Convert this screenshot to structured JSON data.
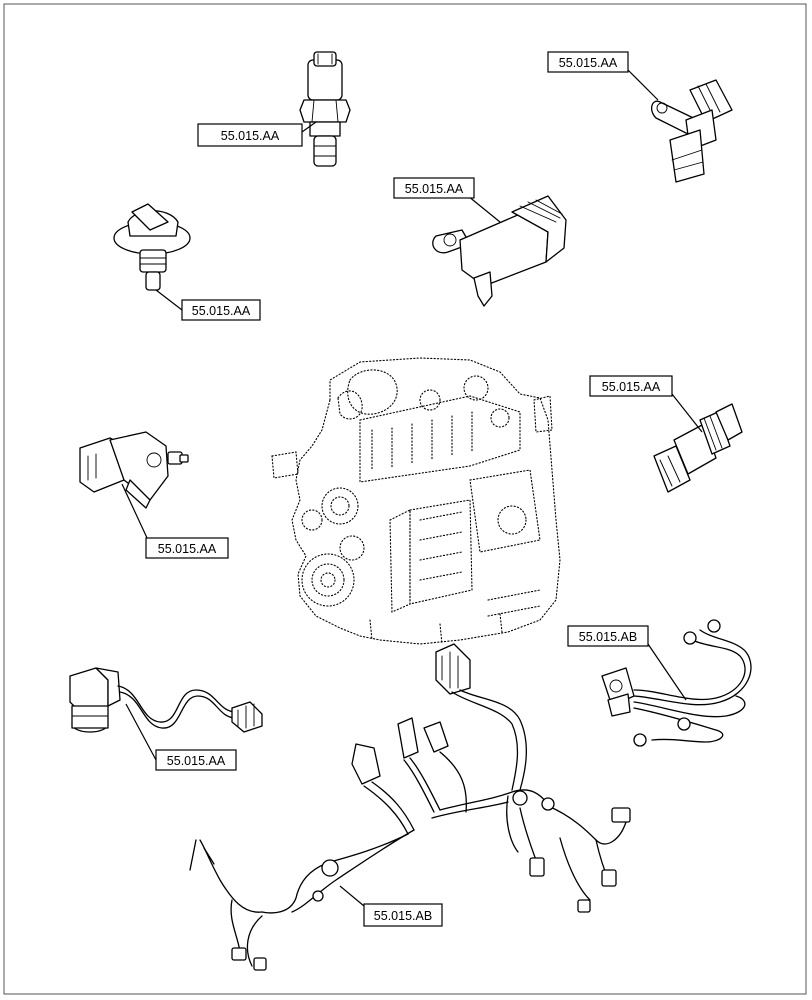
{
  "callouts": [
    {
      "id": "c1",
      "label": "55.015.AA"
    },
    {
      "id": "c2",
      "label": "55.015.AA"
    },
    {
      "id": "c3",
      "label": "55.015.AA"
    },
    {
      "id": "c4",
      "label": "55.015.AA"
    },
    {
      "id": "c5",
      "label": "55.015.AA"
    },
    {
      "id": "c6",
      "label": "55.015.AA"
    },
    {
      "id": "c7",
      "label": "55.015.AB"
    },
    {
      "id": "c8",
      "label": "55.015.AA"
    },
    {
      "id": "c9",
      "label": "55.015.AB"
    }
  ]
}
